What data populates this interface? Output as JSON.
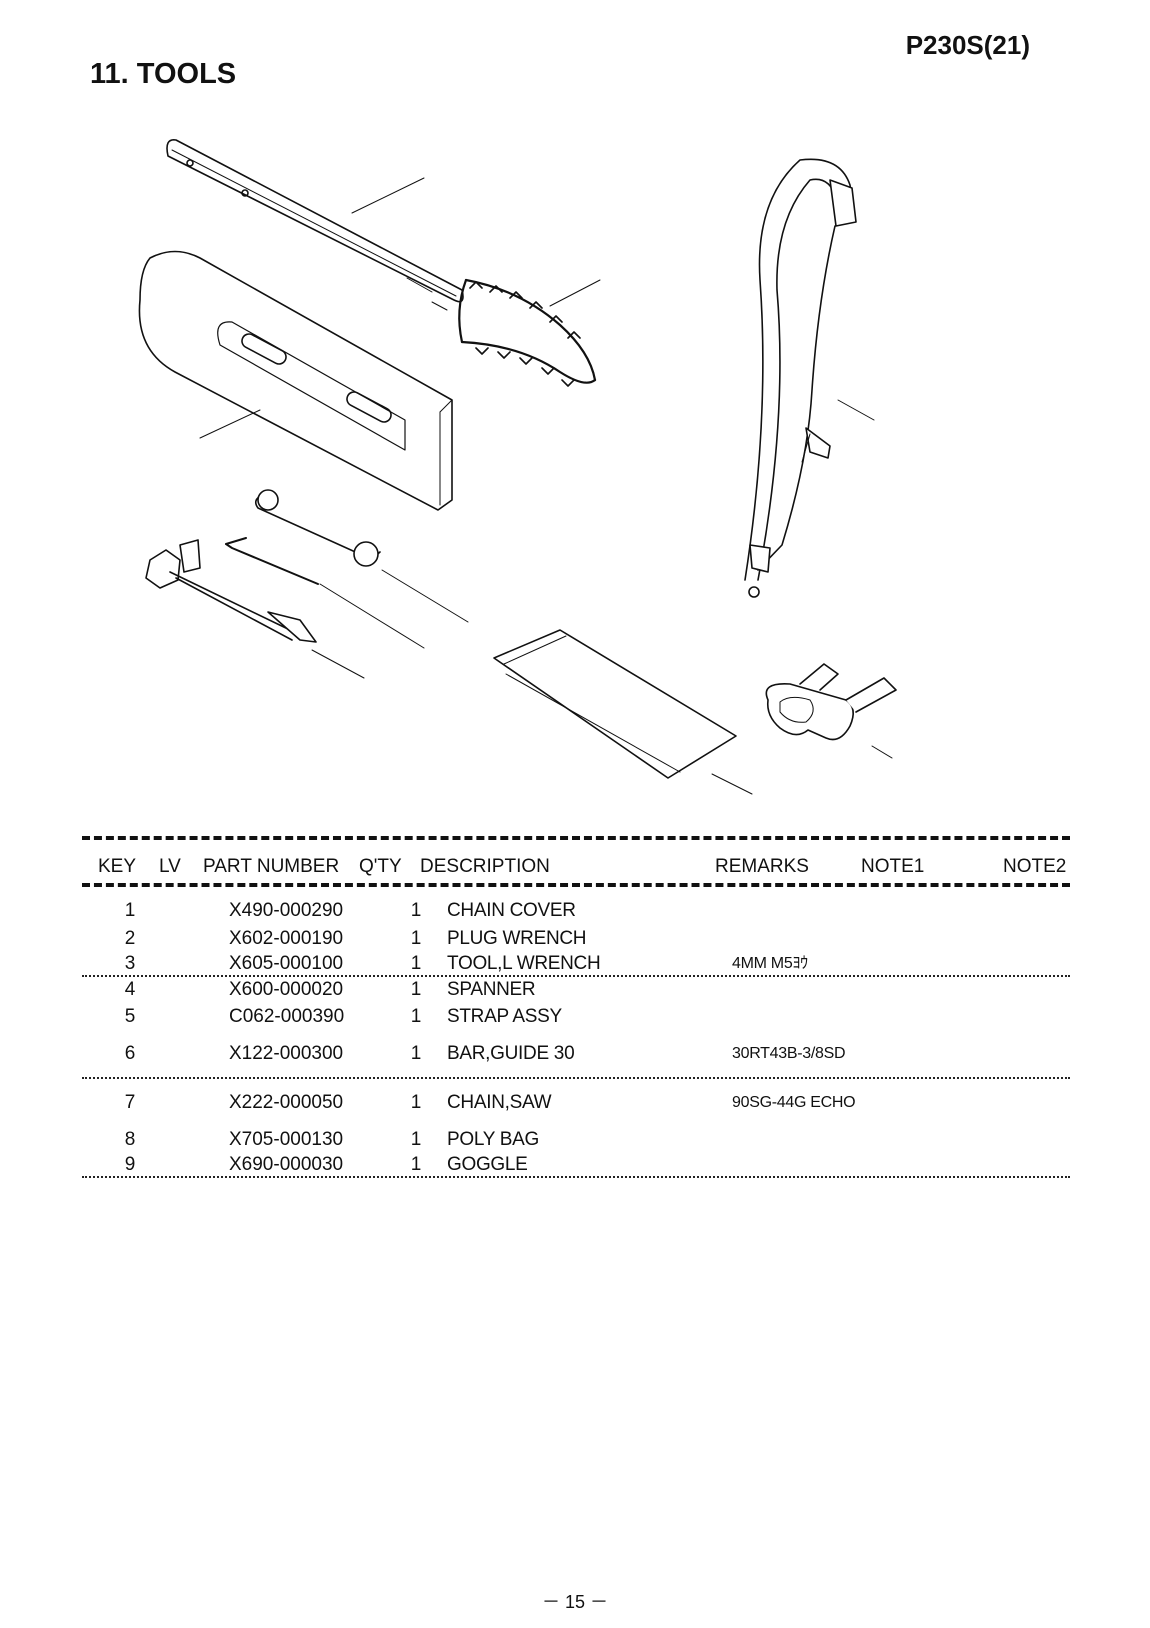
{
  "header": {
    "model": "P230S(21)",
    "section_title": "11. TOOLS"
  },
  "table": {
    "headers": [
      "KEY",
      "LV",
      "PART NUMBER",
      "Q'TY",
      "DESCRIPTION",
      "REMARKS",
      "NOTE1",
      "NOTE2"
    ],
    "rows": [
      {
        "key": "1",
        "part_number": "X490-000290",
        "qty": "1",
        "description": "CHAIN COVER",
        "remarks": ""
      },
      {
        "key": "2",
        "part_number": "X602-000190",
        "qty": "1",
        "description": "PLUG WRENCH",
        "remarks": ""
      },
      {
        "key": "3",
        "part_number": "X605-000100",
        "qty": "1",
        "description": "TOOL,L WRENCH",
        "remarks": "4MM M5ﾖｳ"
      },
      {
        "key": "4",
        "part_number": "X600-000020",
        "qty": "1",
        "description": "SPANNER",
        "remarks": ""
      },
      {
        "key": "5",
        "part_number": "C062-000390",
        "qty": "1",
        "description": "STRAP ASSY",
        "remarks": ""
      },
      {
        "key": "6",
        "part_number": "X122-000300",
        "qty": "1",
        "description": "BAR,GUIDE 30",
        "remarks": "30RT43B-3/8SD"
      },
      {
        "key": "7",
        "part_number": "X222-000050",
        "qty": "1",
        "description": "CHAIN,SAW",
        "remarks": "90SG-44G ECHO"
      },
      {
        "key": "8",
        "part_number": "X705-000130",
        "qty": "1",
        "description": "POLY BAG",
        "remarks": ""
      },
      {
        "key": "9",
        "part_number": "X690-000030",
        "qty": "1",
        "description": "GOGGLE",
        "remarks": ""
      }
    ]
  },
  "footer": {
    "page_number": "－ 15 －"
  }
}
